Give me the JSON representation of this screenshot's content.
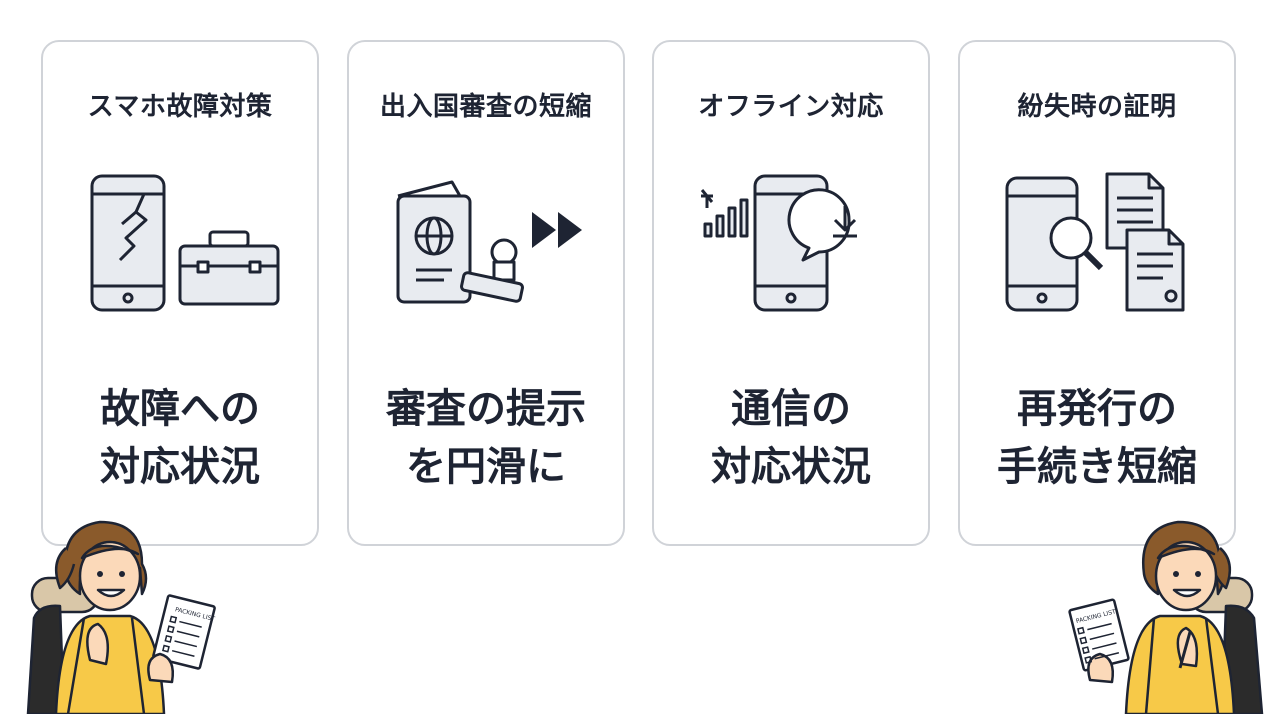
{
  "cards": [
    {
      "title": "スマホ故障対策",
      "desc_line1": "故障への",
      "desc_line2": "対応状況",
      "icon": "broken-phone-toolbox-icon"
    },
    {
      "title": "出入国審査の短縮",
      "desc_line1": "審査の提示",
      "desc_line2": "を円滑に",
      "icon": "passport-stamp-fast-forward-icon"
    },
    {
      "title": "オフライン対応",
      "desc_line1": "通信の",
      "desc_line2": "対応状況",
      "icon": "offline-download-phone-icon"
    },
    {
      "title": "紛失時の証明",
      "desc_line1": "再発行の",
      "desc_line2": "手続き短縮",
      "icon": "phone-search-documents-icon"
    }
  ],
  "illustrations": {
    "left": {
      "checklist_label": "PACKING LIST"
    },
    "right": {
      "checklist_label": "PACKING LIST"
    }
  },
  "colors": {
    "stroke": "#1e2433",
    "fill": "#e8ebf0",
    "border": "#d0d3d8",
    "shirt": "#f7c948",
    "hair": "#8a5a2b",
    "backpack": "#2b2b2b"
  }
}
